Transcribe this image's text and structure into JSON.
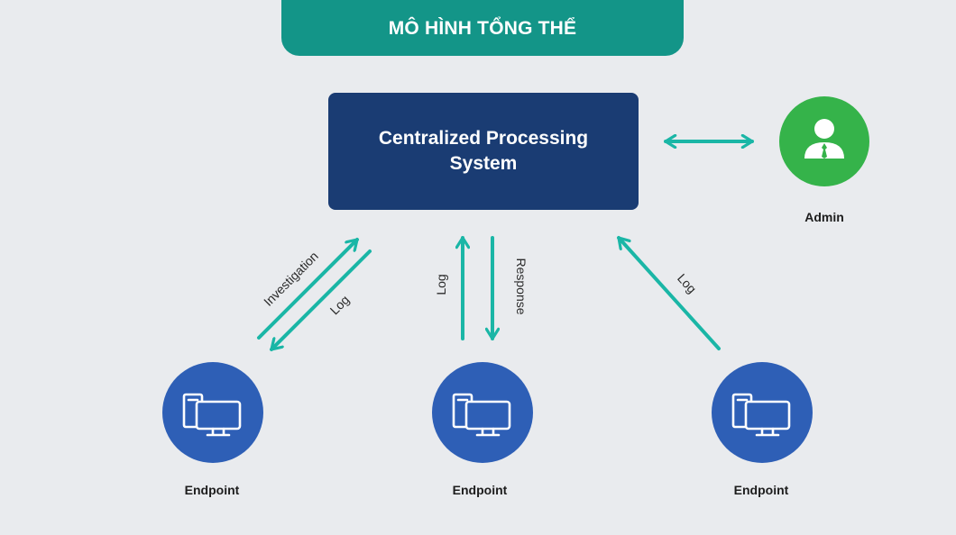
{
  "header": {
    "title": "MÔ HÌNH TỔNG THỂ"
  },
  "central_system": {
    "label": "Centralized Processing System"
  },
  "admin": {
    "label": "Admin",
    "icon": "user-icon"
  },
  "endpoints": [
    {
      "label": "Endpoint",
      "icon": "computer-icon"
    },
    {
      "label": "Endpoint",
      "icon": "computer-icon"
    },
    {
      "label": "Endpoint",
      "icon": "computer-icon"
    }
  ],
  "arrow_labels": {
    "investigation": "Investigation",
    "log_left": "Log",
    "log_center": "Log",
    "response": "Response",
    "log_right": "Log"
  },
  "colors": {
    "background": "#e9ebee",
    "header": "#139588",
    "central_box": "#1a3c73",
    "admin": "#35b34a",
    "endpoint": "#2e5fb6",
    "arrow": "#1ab6a6"
  }
}
